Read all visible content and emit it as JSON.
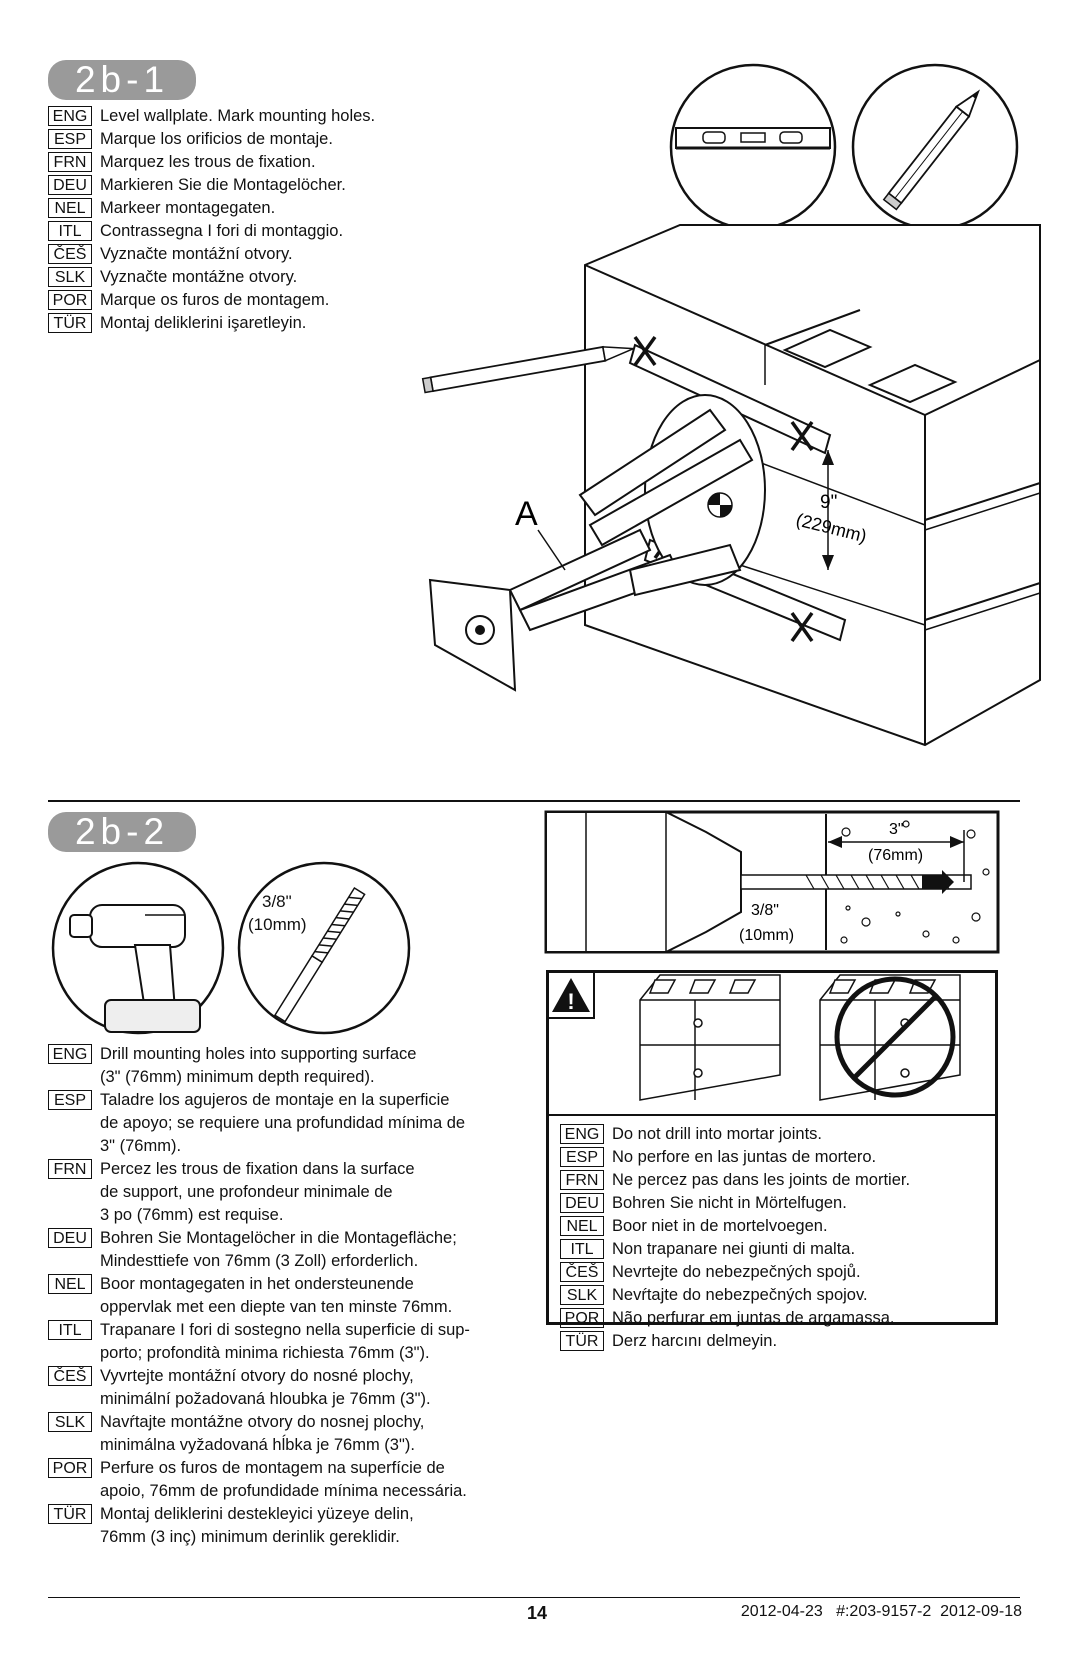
{
  "step1": {
    "label": "2b-1",
    "instructions": [
      {
        "lang": "ENG",
        "text": "Level wallplate.  Mark mounting holes."
      },
      {
        "lang": "ESP",
        "text": "Marque los orificios de montaje."
      },
      {
        "lang": "FRN",
        "text": "Marquez les trous de fixation."
      },
      {
        "lang": "DEU",
        "text": "Markieren Sie die Montagelöcher."
      },
      {
        "lang": "NEL",
        "text": "Markeer montagegaten."
      },
      {
        "lang": "ITL",
        "text": "Contrassegna I fori di montaggio."
      },
      {
        "lang": "ČEŠ",
        "text": "Vyznačte montážní otvory."
      },
      {
        "lang": "SLK",
        "text": "Vyznačte montážne otvory."
      },
      {
        "lang": "POR",
        "text": "Marque os furos de montagem."
      },
      {
        "lang": "TÜR",
        "text": "Montaj deliklerini işaretleyin."
      }
    ],
    "callout_a": "A",
    "dim_in": "9\"",
    "dim_mm": "(229mm)"
  },
  "step2": {
    "label": "2b-2",
    "bit_in": "3/8\"",
    "bit_mm": "(10mm)",
    "depth_in": "3\"",
    "depth_mm": "(76mm)",
    "instructions": [
      {
        "lang": "ENG",
        "text": "Drill mounting holes into supporting surface\n(3\" (76mm) minimum depth required)."
      },
      {
        "lang": "ESP",
        "text": "Taladre los agujeros de montaje en la superficie\nde apoyo; se requiere una profundidad mínima de\n3\" (76mm)."
      },
      {
        "lang": "FRN",
        "text": "Percez les trous de fixation dans la surface\nde support, une profondeur minimale de\n3 po (76mm) est requise."
      },
      {
        "lang": "DEU",
        "text": "Bohren Sie Montagelöcher in die Montagefläche;\nMindesttiefe von 76mm (3 Zoll) erforderlich."
      },
      {
        "lang": "NEL",
        "text": "Boor montagegaten in het ondersteunende\noppervlak met een diepte van ten minste 76mm."
      },
      {
        "lang": "ITL",
        "text": "Trapanare I fori di sostegno nella superficie di sup-\nporto; profondità minima richiesta 76mm (3\")."
      },
      {
        "lang": "ČEŠ",
        "text": "Vyvrtejte montážní otvory do nosné plochy,\nminimální požadovaná hloubka je 76mm (3\")."
      },
      {
        "lang": "SLK",
        "text": "Navŕtajte montážne otvory do nosnej plochy,\nminimálna vyžadovaná hĺbka je 76mm (3\")."
      },
      {
        "lang": "POR",
        "text": "Perfure os furos de montagem na superfície de\napoio, 76mm de profundidade mínima necessária."
      },
      {
        "lang": "TÜR",
        "text": "Montaj deliklerini destekleyici yüzeye delin,\n76mm (3 inç) minimum derinlik gereklidir."
      }
    ],
    "warning": [
      {
        "lang": "ENG",
        "text": "Do not drill into mortar joints."
      },
      {
        "lang": "ESP",
        "text": "No perfore en las juntas de mortero."
      },
      {
        "lang": "FRN",
        "text": "Ne percez pas dans les joints de mortier."
      },
      {
        "lang": "DEU",
        "text": "Bohren Sie nicht in Mörtelfugen."
      },
      {
        "lang": "NEL",
        "text": "Boor niet in de mortelvoegen."
      },
      {
        "lang": "ITL",
        "text": "Non trapanare nei giunti di malta."
      },
      {
        "lang": "ČEŠ",
        "text": "Nevrtejte do nebezpečných spojů."
      },
      {
        "lang": "SLK",
        "text": "Nevŕtajte do nebezpečných spojov."
      },
      {
        "lang": "POR",
        "text": "Não perfurar em juntas de argamassa."
      },
      {
        "lang": "TÜR",
        "text": "Derz harcını delmeyin."
      }
    ],
    "warning_symbol": "!"
  },
  "footer": {
    "page": "14",
    "doc": "2012-04-23   #:203-9157-2  2012-09-18"
  }
}
